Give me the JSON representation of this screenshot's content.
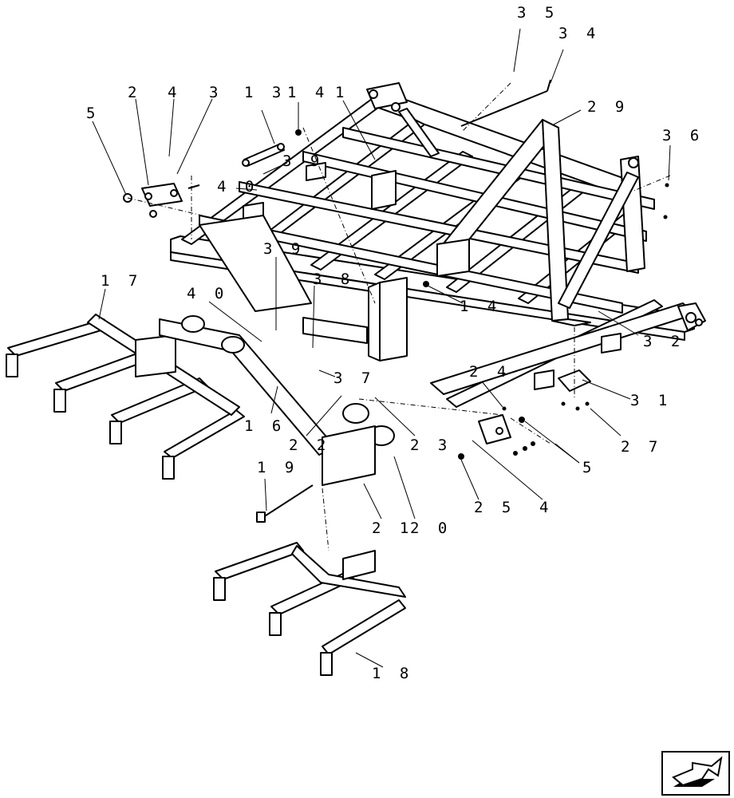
{
  "callouts": [
    {
      "id": "c35",
      "text": "3 5"
    },
    {
      "id": "c34",
      "text": "3 4"
    },
    {
      "id": "c29",
      "text": "2 9"
    },
    {
      "id": "c36",
      "text": "3 6"
    },
    {
      "id": "c2",
      "text": "2"
    },
    {
      "id": "c4a",
      "text": "4"
    },
    {
      "id": "c3",
      "text": "3"
    },
    {
      "id": "c13",
      "text": "1 3"
    },
    {
      "id": "c14a",
      "text": "1 4"
    },
    {
      "id": "c1",
      "text": "1"
    },
    {
      "id": "c5a",
      "text": "5"
    },
    {
      "id": "c39a",
      "text": "3 9"
    },
    {
      "id": "c40a",
      "text": "4 0"
    },
    {
      "id": "c39b",
      "text": "3 9"
    },
    {
      "id": "c17",
      "text": "1 7"
    },
    {
      "id": "c38",
      "text": "3 8"
    },
    {
      "id": "c40b",
      "text": "4 0"
    },
    {
      "id": "c14b",
      "text": "1 4"
    },
    {
      "id": "c32",
      "text": "3 2"
    },
    {
      "id": "c24",
      "text": "2 4"
    },
    {
      "id": "c37",
      "text": "3 7"
    },
    {
      "id": "c31",
      "text": "3 1"
    },
    {
      "id": "c16",
      "text": "1 6"
    },
    {
      "id": "c27",
      "text": "2 7"
    },
    {
      "id": "c22",
      "text": "2 2"
    },
    {
      "id": "c23",
      "text": "2 3"
    },
    {
      "id": "c5b",
      "text": "5"
    },
    {
      "id": "c19",
      "text": "1 9"
    },
    {
      "id": "c25",
      "text": "2 5"
    },
    {
      "id": "c4b",
      "text": "4"
    },
    {
      "id": "c21",
      "text": "2 1"
    },
    {
      "id": "c20",
      "text": "2 0"
    },
    {
      "id": "c18",
      "text": "1 8"
    }
  ],
  "nav_icon": "next-page-arrow-icon"
}
